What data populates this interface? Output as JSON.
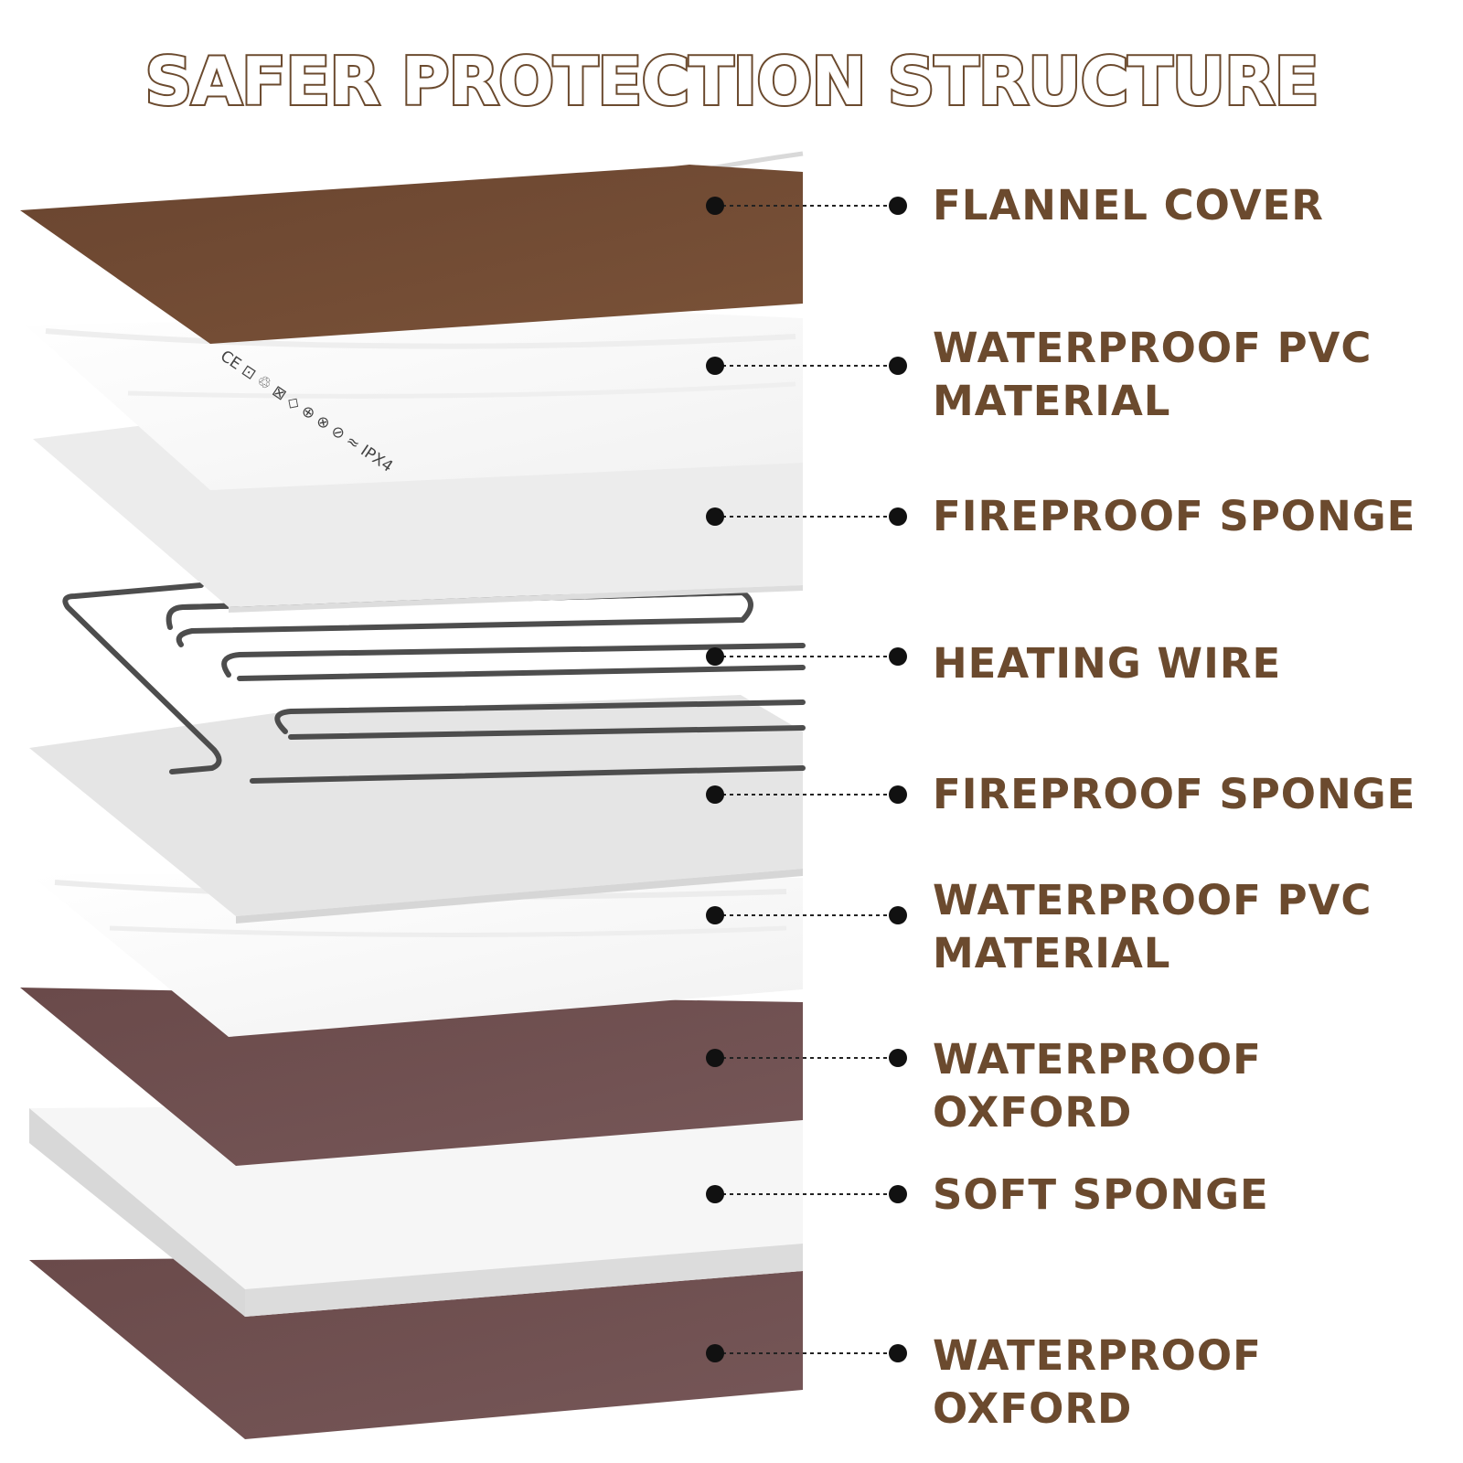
{
  "title": "SAFER PROTECTION STRUCTURE",
  "colors": {
    "label_text": "#6b4a2e",
    "flannel": "#6f4a30",
    "oxford": "#6e4f50",
    "white_layer": "#f5f5f5",
    "sponge": "#e6e6e6",
    "wire": "#555555"
  },
  "layers": [
    {
      "label": "FLANNEL COVER"
    },
    {
      "label": "WATERPROOF PVC\nMATERIAL"
    },
    {
      "label": "FIREPROOF SPONGE"
    },
    {
      "label": "HEATING WIRE"
    },
    {
      "label": "FIREPROOF SPONGE"
    },
    {
      "label": "WATERPROOF PVC\nMATERIAL"
    },
    {
      "label": "WATERPROOF OXFORD"
    },
    {
      "label": " SOFT SPONGE"
    },
    {
      "label": "WATERPROOF OXFORD"
    }
  ],
  "pvc_marking": "CE ⊡ ♲ ⊠ ◇ ⊕ ⊗ ⊘ ≈ IPX4"
}
